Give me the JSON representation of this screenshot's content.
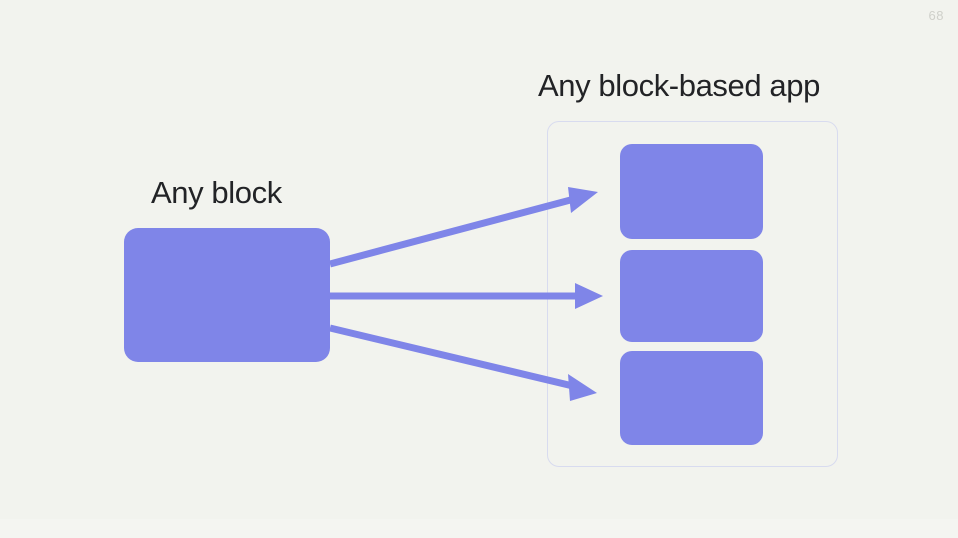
{
  "slide": {
    "page_number": "68",
    "background_color": "#f2f3ee",
    "accent_color": "#7f85e8",
    "container_border_color": "#d8dbef",
    "text_color": "#222326",
    "page_number_color": "#cfd0ca"
  },
  "diagram": {
    "type": "flow",
    "source": {
      "heading": "Any block",
      "block_label": "",
      "shape": "rounded-rectangle",
      "color": "#7f85e8"
    },
    "target": {
      "heading": "Any block-based app",
      "container_shape": "rounded-rectangle-outline",
      "blocks": [
        {
          "label": "",
          "color": "#7f85e8"
        },
        {
          "label": "",
          "color": "#7f85e8"
        },
        {
          "label": "",
          "color": "#7f85e8"
        }
      ]
    },
    "connections": [
      {
        "from": "source-block",
        "to": "target-block-1",
        "style": "arrow",
        "color": "#7f85e8"
      },
      {
        "from": "source-block",
        "to": "target-block-2",
        "style": "arrow",
        "color": "#7f85e8"
      },
      {
        "from": "source-block",
        "to": "target-block-3",
        "style": "arrow",
        "color": "#7f85e8"
      }
    ]
  }
}
